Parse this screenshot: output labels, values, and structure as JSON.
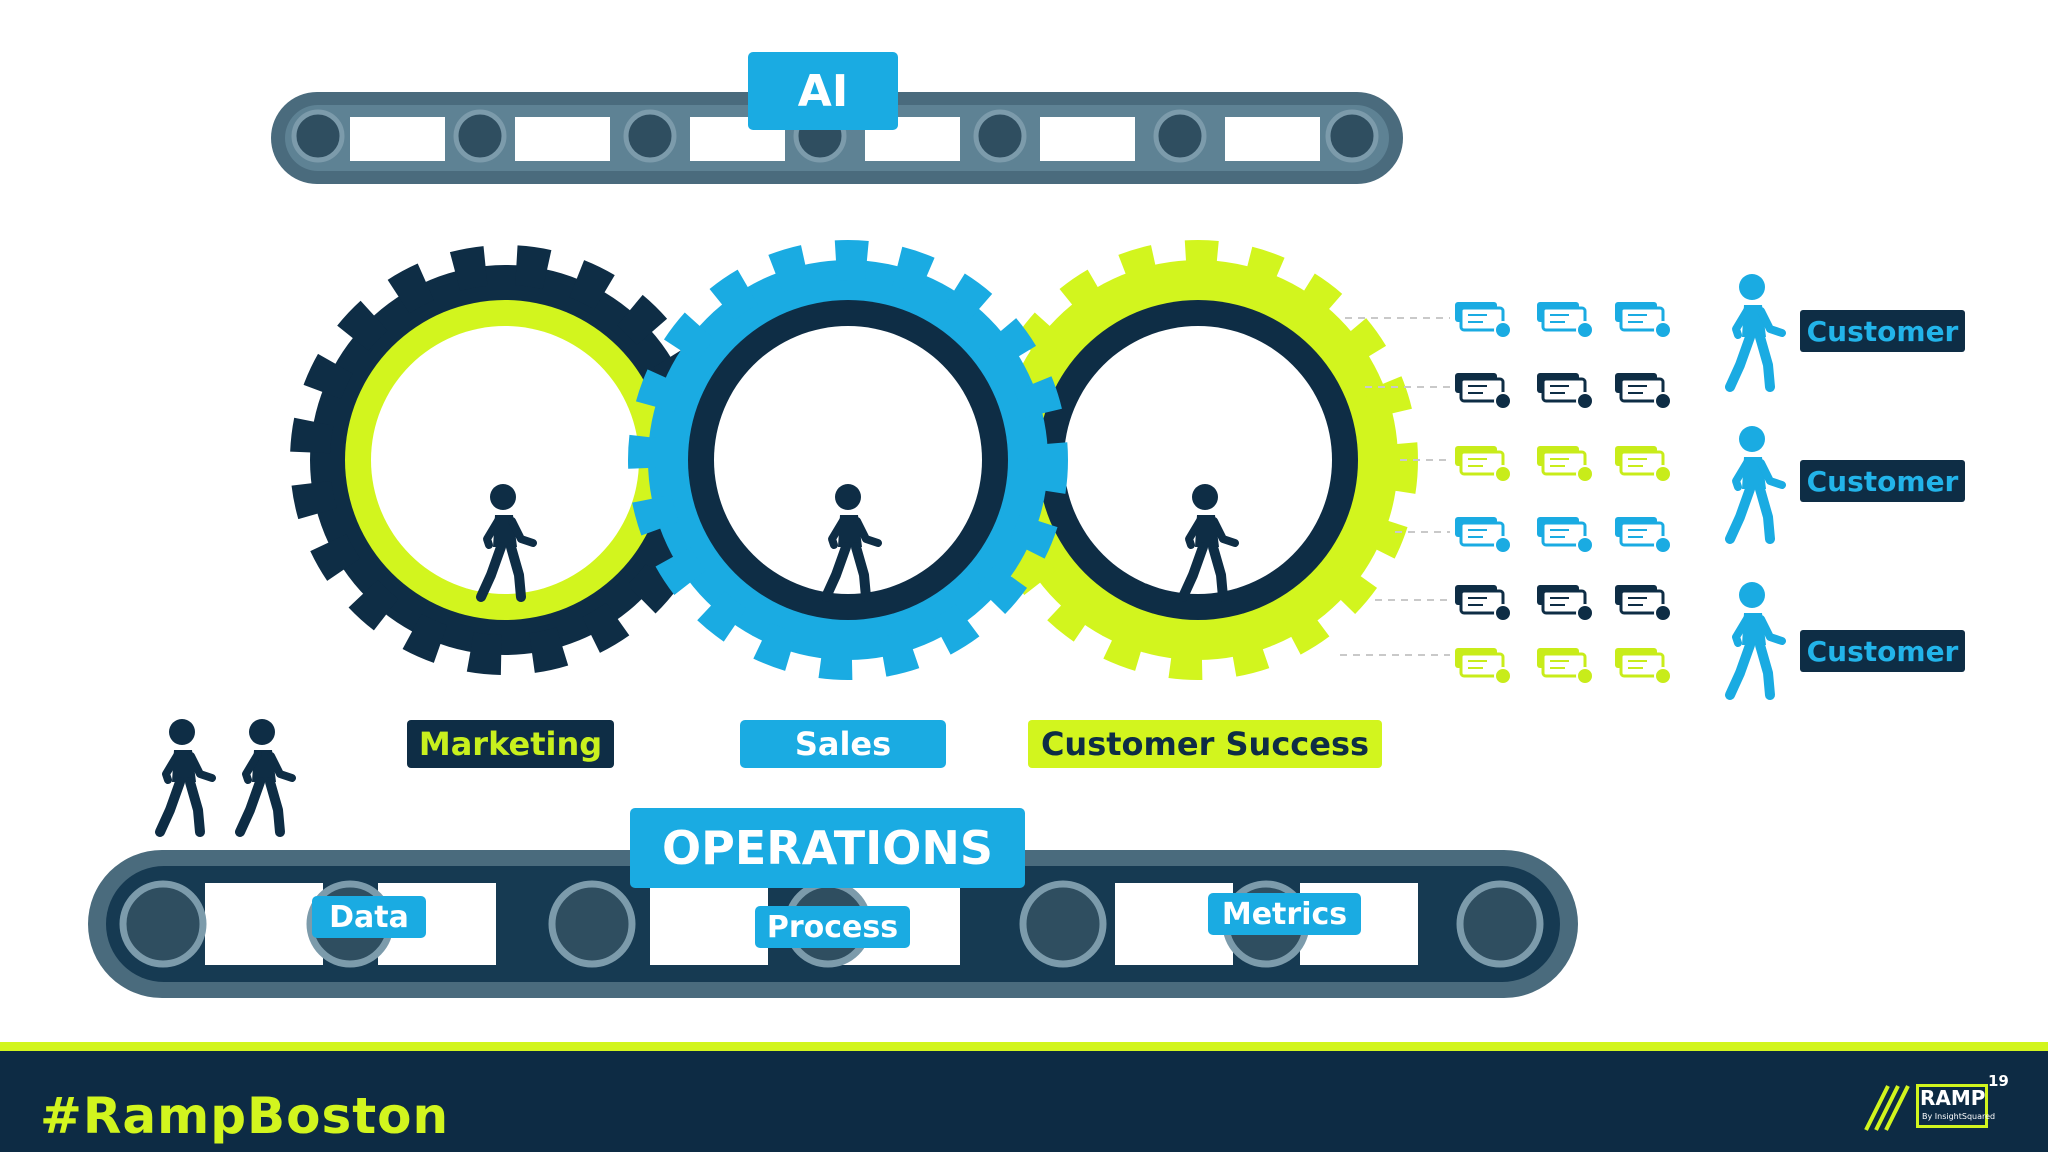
{
  "top_belt": {
    "label": "AI"
  },
  "gears": [
    {
      "label": "Marketing",
      "color": "#0e2d45"
    },
    {
      "label": "Sales",
      "color": "#1aabe2"
    },
    {
      "label": "Customer Success",
      "color": "#d2f51e"
    }
  ],
  "customers": [
    "Customer",
    "Customer",
    "Customer"
  ],
  "bottom_belt": {
    "label": "OPERATIONS",
    "items": [
      "Data",
      "Process",
      "Metrics"
    ]
  },
  "footer": {
    "hashtag": "#RampBoston",
    "logo_word": "RAMP",
    "logo_edition": "19",
    "logo_sub": "By InsightSquared"
  },
  "colors": {
    "navy": "#0e2d45",
    "sky": "#1aabe2",
    "lime": "#d2f51e",
    "belt": "#4a6b7d"
  },
  "icons": [
    "gear-icon",
    "walking-person-icon",
    "message-card-icon",
    "conveyor-belt-icon"
  ]
}
